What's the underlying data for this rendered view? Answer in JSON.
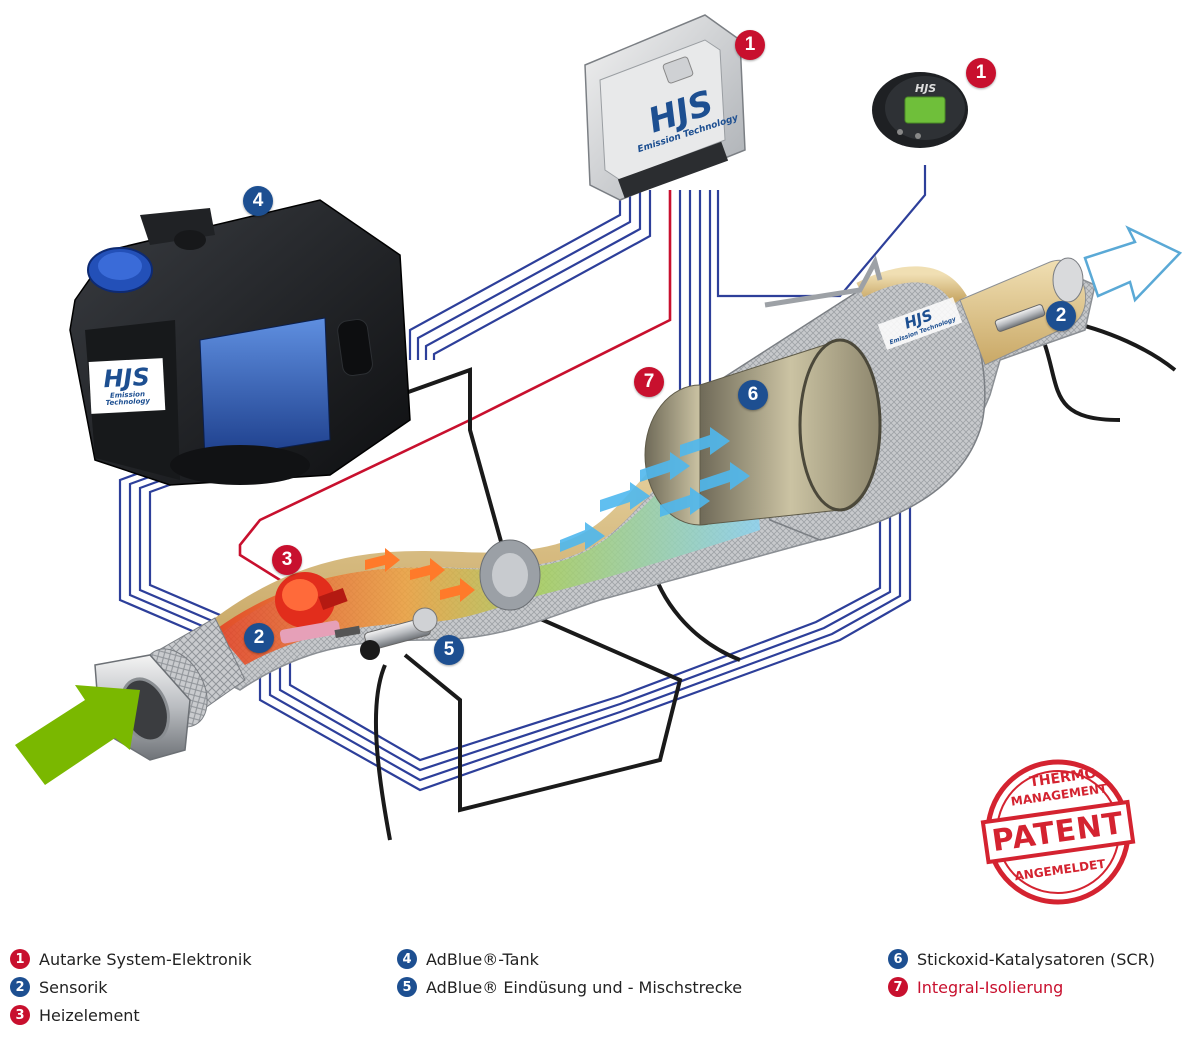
{
  "colors": {
    "accent_red": "#c8102e",
    "accent_blue": "#1d4f91",
    "wire_blue": "#2d3f9a",
    "inflow_green": "#7ab800",
    "outflow_outline": "#5aa9d6"
  },
  "branding": {
    "ecu_logo": "HJS",
    "ecu_sub": "Emission Technology",
    "tank_logo": "HJS",
    "tank_sub": "Emission Technology",
    "display_logo": "HJS",
    "catalyst_logo": "HJS",
    "catalyst_sub": "Emission Technology"
  },
  "markers": {
    "m_ecu": "1",
    "m_display": "1",
    "m_tank": "4",
    "m_heater": "3",
    "m_sensor_in": "2",
    "m_sensor_out": "2",
    "m_injection": "5",
    "m_catalyst": "6",
    "m_insulation": "7"
  },
  "stamp": {
    "top": "THERMO",
    "line2": "MANAGEMENT",
    "main": "PATENT",
    "bottom": "ANGEMELDET"
  },
  "legend": {
    "col1": [
      {
        "num": "1",
        "label": "Autarke System-Elektronik",
        "color": "red"
      },
      {
        "num": "2",
        "label": "Sensorik",
        "color": "blue"
      },
      {
        "num": "3",
        "label": "Heizelement",
        "color": "red"
      }
    ],
    "col2": [
      {
        "num": "4",
        "label": "AdBlue®-Tank",
        "color": "blue"
      },
      {
        "num": "5",
        "label": "AdBlue® Eindüsung und - Mischstrecke",
        "color": "blue"
      }
    ],
    "col3": [
      {
        "num": "6",
        "label": "Stickoxid-Katalysatoren (SCR)",
        "color": "blue"
      },
      {
        "num": "7",
        "label": "Integral-Isolierung",
        "color": "red"
      }
    ]
  }
}
